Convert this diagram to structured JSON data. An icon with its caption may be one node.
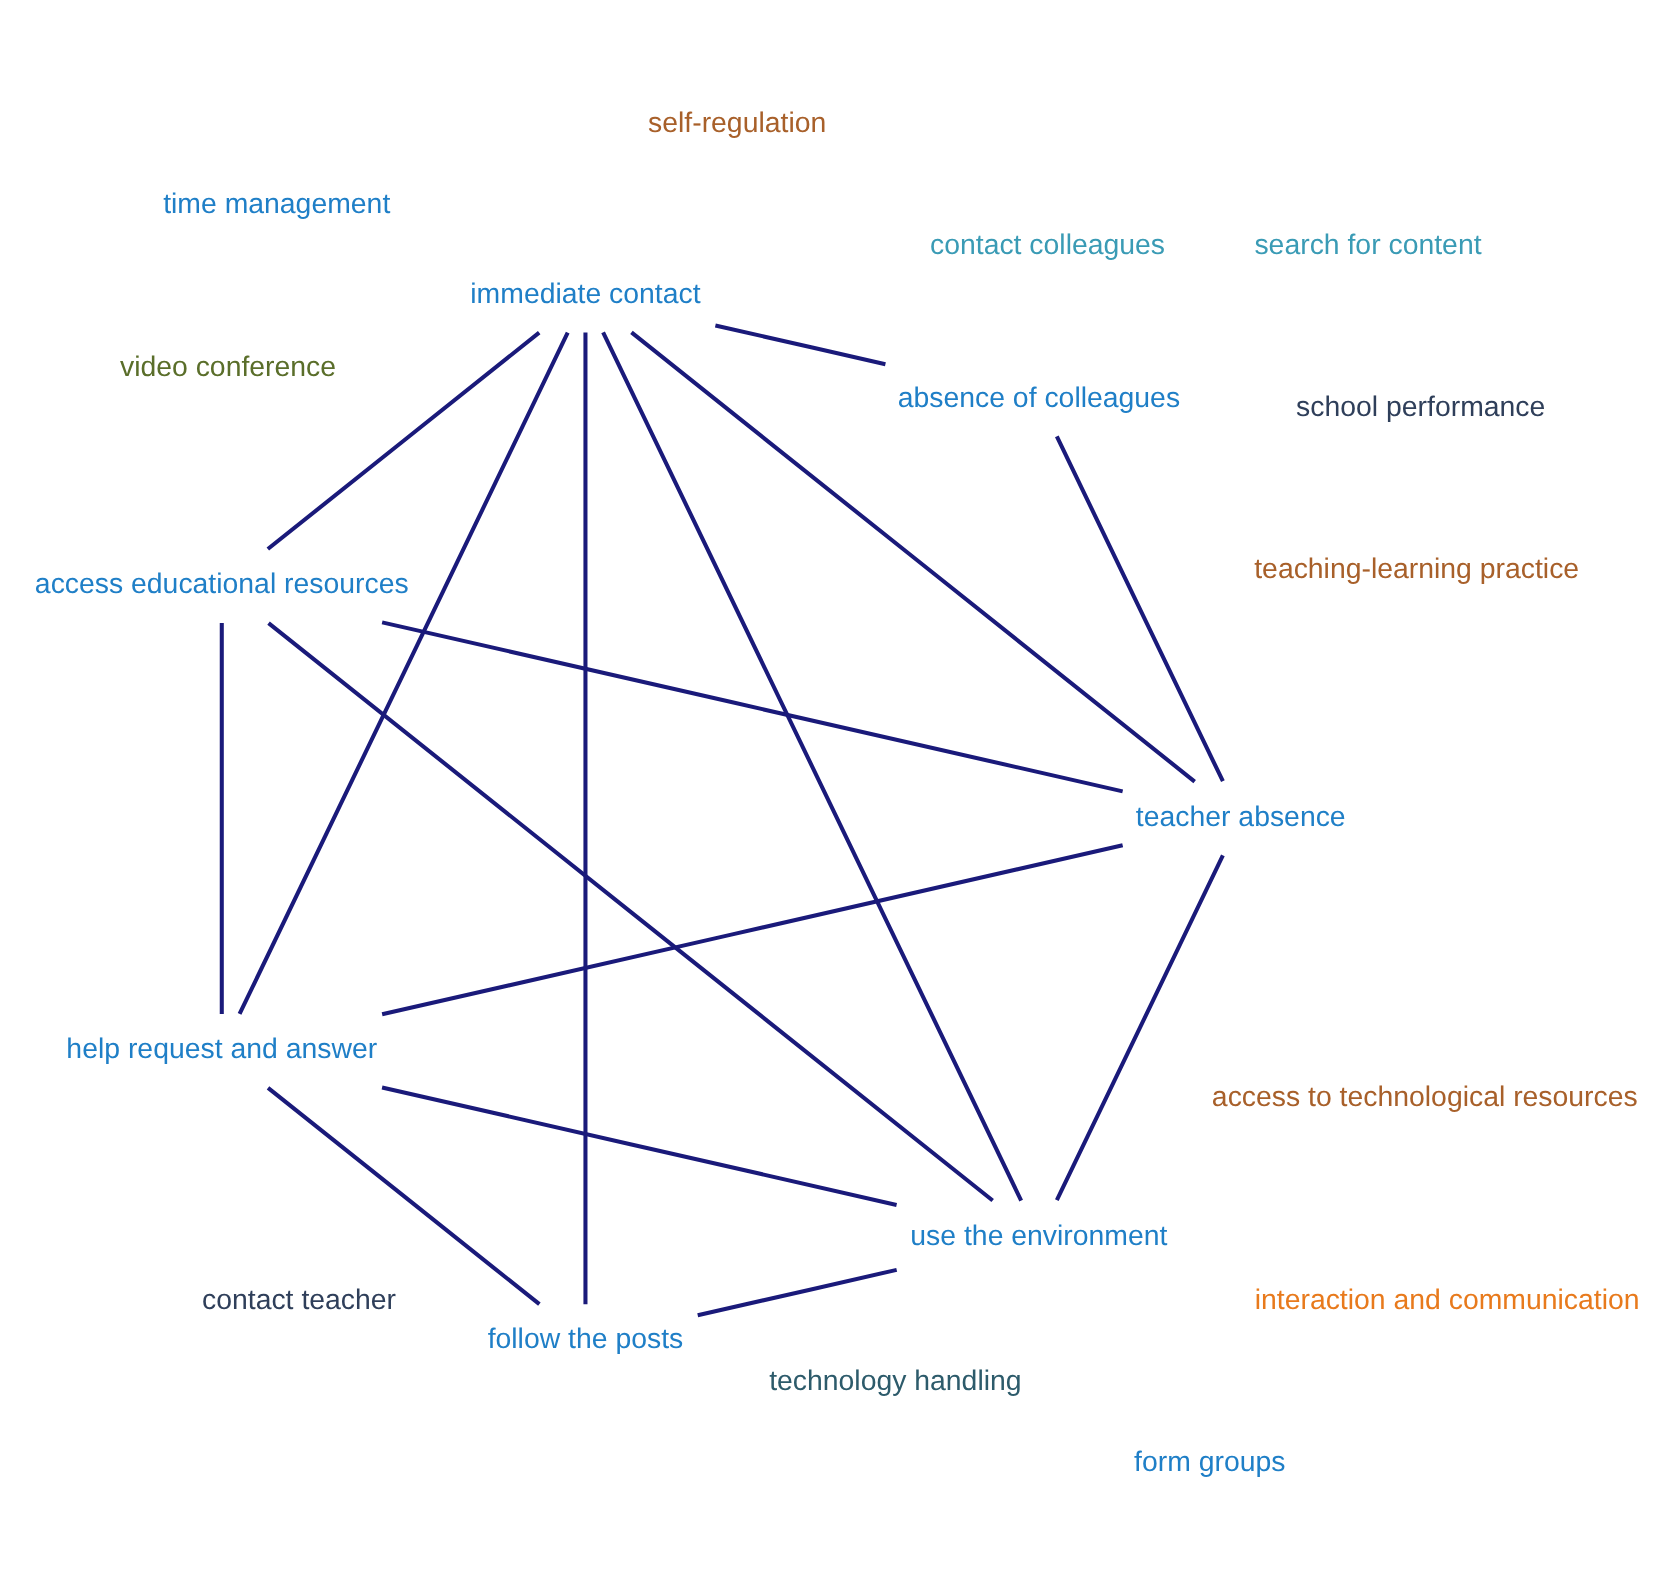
{
  "diagram": {
    "nodes": [
      {
        "text": [
          "access to technological resources"
        ]
      },
      {
        "text": [
          "access educational resources"
        ]
      },
      {
        "text": [
          "follow the posts"
        ]
      },
      {
        "text": [
          "absence of colleagues"
        ]
      },
      {
        "text": [
          "teacher absence"
        ]
      },
      {
        "text": [
          "self-regulation"
        ]
      },
      {
        "text": [
          "search for content"
        ]
      },
      {
        "text": [
          "contact colleagues"
        ]
      },
      {
        "text": [
          "contact teacher"
        ]
      },
      {
        "text": [
          "immediate contact"
        ]
      },
      {
        "text": [
          "school performance"
        ]
      },
      {
        "text": [
          "form groups"
        ]
      },
      {
        "text": [
          "time management"
        ]
      },
      {
        "text": [
          "interaction and communication"
        ]
      },
      {
        "text": [
          "technology handling"
        ]
      },
      {
        "text": [
          "help request and answer"
        ]
      },
      {
        "text": [
          "teaching-learning practice"
        ]
      },
      {
        "text": [
          "use the environment"
        ]
      },
      {
        "text": [
          "video conference"
        ]
      }
    ],
    "edges": [
      {
        "from": 17,
        "to": 1,
        "arrow": "none"
      },
      {
        "from": 17,
        "to": 2,
        "arrow": "none"
      },
      {
        "from": 17,
        "to": 4,
        "arrow": "none"
      },
      {
        "from": 17,
        "to": 15,
        "arrow": "none"
      },
      {
        "from": 17,
        "to": 9,
        "arrow": "none"
      },
      {
        "from": 1,
        "to": 15,
        "arrow": "none"
      },
      {
        "from": 2,
        "to": 15,
        "arrow": "none"
      },
      {
        "from": 1,
        "to": 9,
        "arrow": "none"
      },
      {
        "from": 1,
        "to": 4,
        "arrow": "none"
      },
      {
        "from": 2,
        "to": 9,
        "arrow": "none"
      },
      {
        "from": 3,
        "to": 9,
        "arrow": "none"
      },
      {
        "from": 3,
        "to": 4,
        "arrow": "none"
      },
      {
        "from": 15,
        "to": 4,
        "arrow": "none"
      },
      {
        "from": 15,
        "to": 9,
        "arrow": "none"
      },
      {
        "from": 4,
        "to": 9,
        "arrow": "none"
      }
    ]
  }
}
